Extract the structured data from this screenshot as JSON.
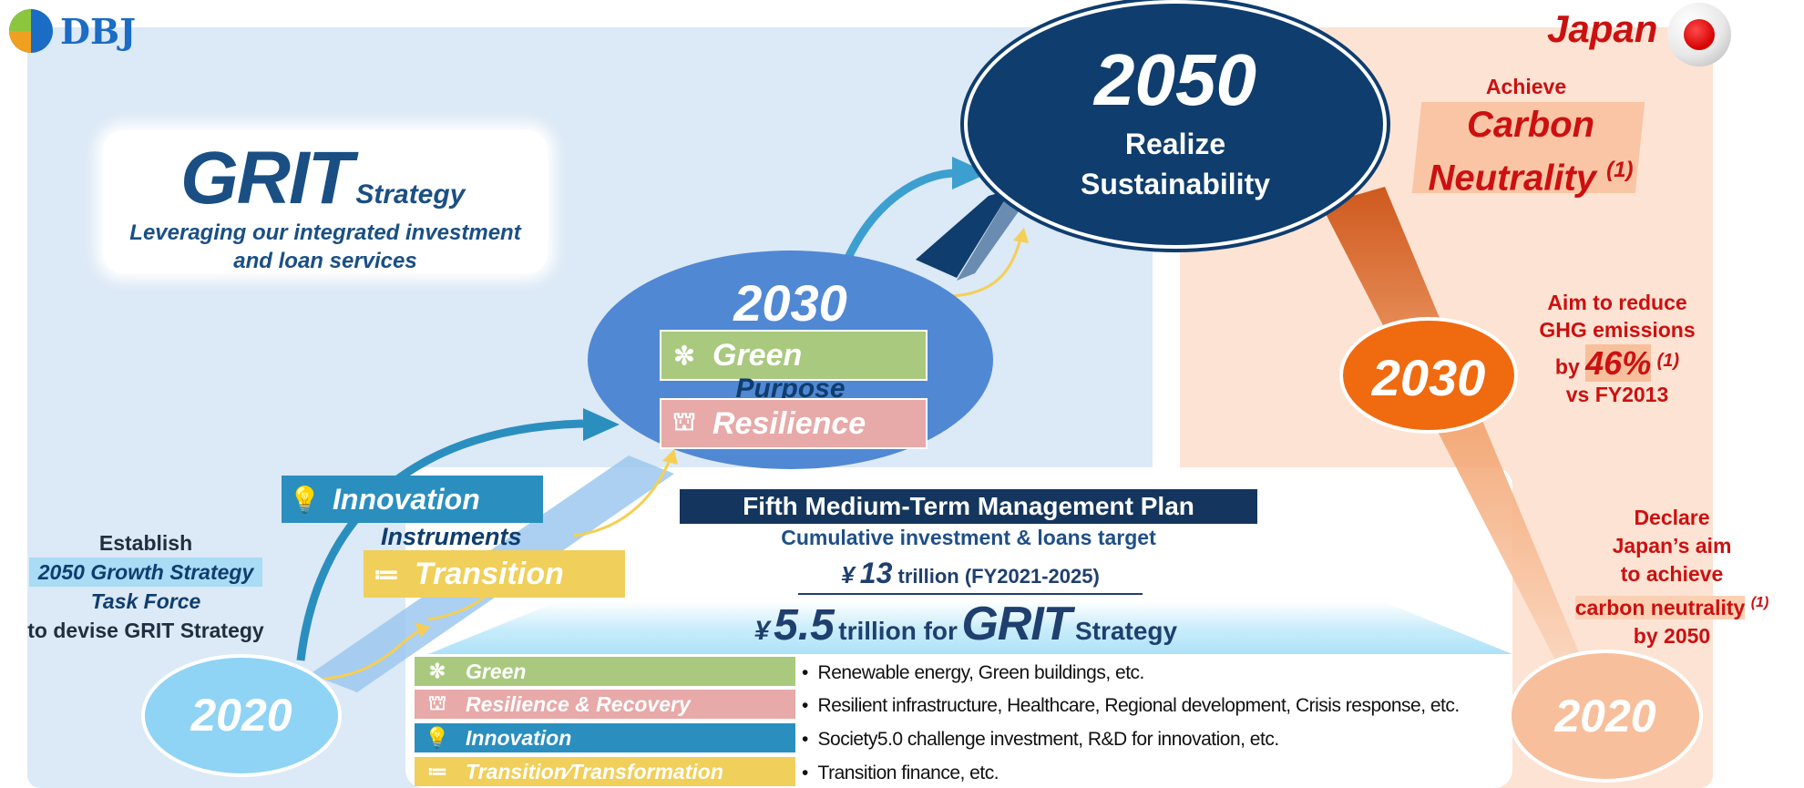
{
  "logo": {
    "text": "DBJ"
  },
  "grit": {
    "title": "GRIT",
    "subtitle": "Strategy",
    "tagline_1": "Leveraging our integrated investment",
    "tagline_2": "and loan services"
  },
  "milestones": {
    "y2050": {
      "year": "2050",
      "line1": "Realize",
      "line2": "Sustainability"
    },
    "y2030": {
      "year": "2030",
      "purpose_label": "Purpose",
      "green": "Green",
      "resilience": "Resilience"
    },
    "y2020": {
      "year": "2020"
    }
  },
  "instruments": {
    "innovation": "Innovation",
    "label": "Instruments",
    "transition": "Transition"
  },
  "establish": {
    "line1": "Establish",
    "line2": "2050 Growth Strategy",
    "line3": "Task Force",
    "line4": "to devise GRIT Strategy"
  },
  "plan": {
    "title": "Fifth Medium-Term Management Plan",
    "subtitle": "Cumulative investment & loans target",
    "yen_symbol": "¥",
    "total_amount": "13",
    "total_suffix": "trillion (FY2021-2025)",
    "grit_yen": "¥",
    "grit_amount": "5.5",
    "grit_mid": "trillion for",
    "grit_word": "GRIT",
    "grit_strategy": "Strategy"
  },
  "categories": [
    {
      "label": "Green",
      "desc": "Renewable energy, Green buildings, etc.",
      "color": "#a9c97f"
    },
    {
      "label": "Resilience & Recovery",
      "desc": "Resilient infrastructure, Healthcare, Regional development, Crisis response, etc.",
      "color": "#e8a9a9"
    },
    {
      "label": "Innovation",
      "desc": "Society5.0 challenge investment, R&D for innovation, etc.",
      "color": "#2a8fbf"
    },
    {
      "label": "Transition∕Transformation",
      "desc": "Transition finance, etc.",
      "color": "#f0cf5a"
    }
  ],
  "japan": {
    "label": "Japan",
    "achieve": "Achieve",
    "carbon": "Carbon",
    "neutrality": "Neutrality",
    "note_1": "(1)",
    "aim1": "Aim to reduce",
    "aim2": "GHG emissions",
    "aim3_pre": "by",
    "aim3_pct": "46%",
    "aim4": "vs FY2013",
    "y2030": "2030",
    "y2020": "2020",
    "declare1": "Declare",
    "declare2": "Japan’s aim",
    "declare3": "to achieve",
    "declare4": "carbon neutrality",
    "declare5": "by 2050"
  },
  "colors": {
    "navy": "#0f3d6e",
    "blue": "#4a86d0",
    "lightblue": "#8fd3f5",
    "orange": "#f06a10",
    "red": "#cc1010",
    "peach": "#fde3d3",
    "panel": "#dce9f6"
  }
}
